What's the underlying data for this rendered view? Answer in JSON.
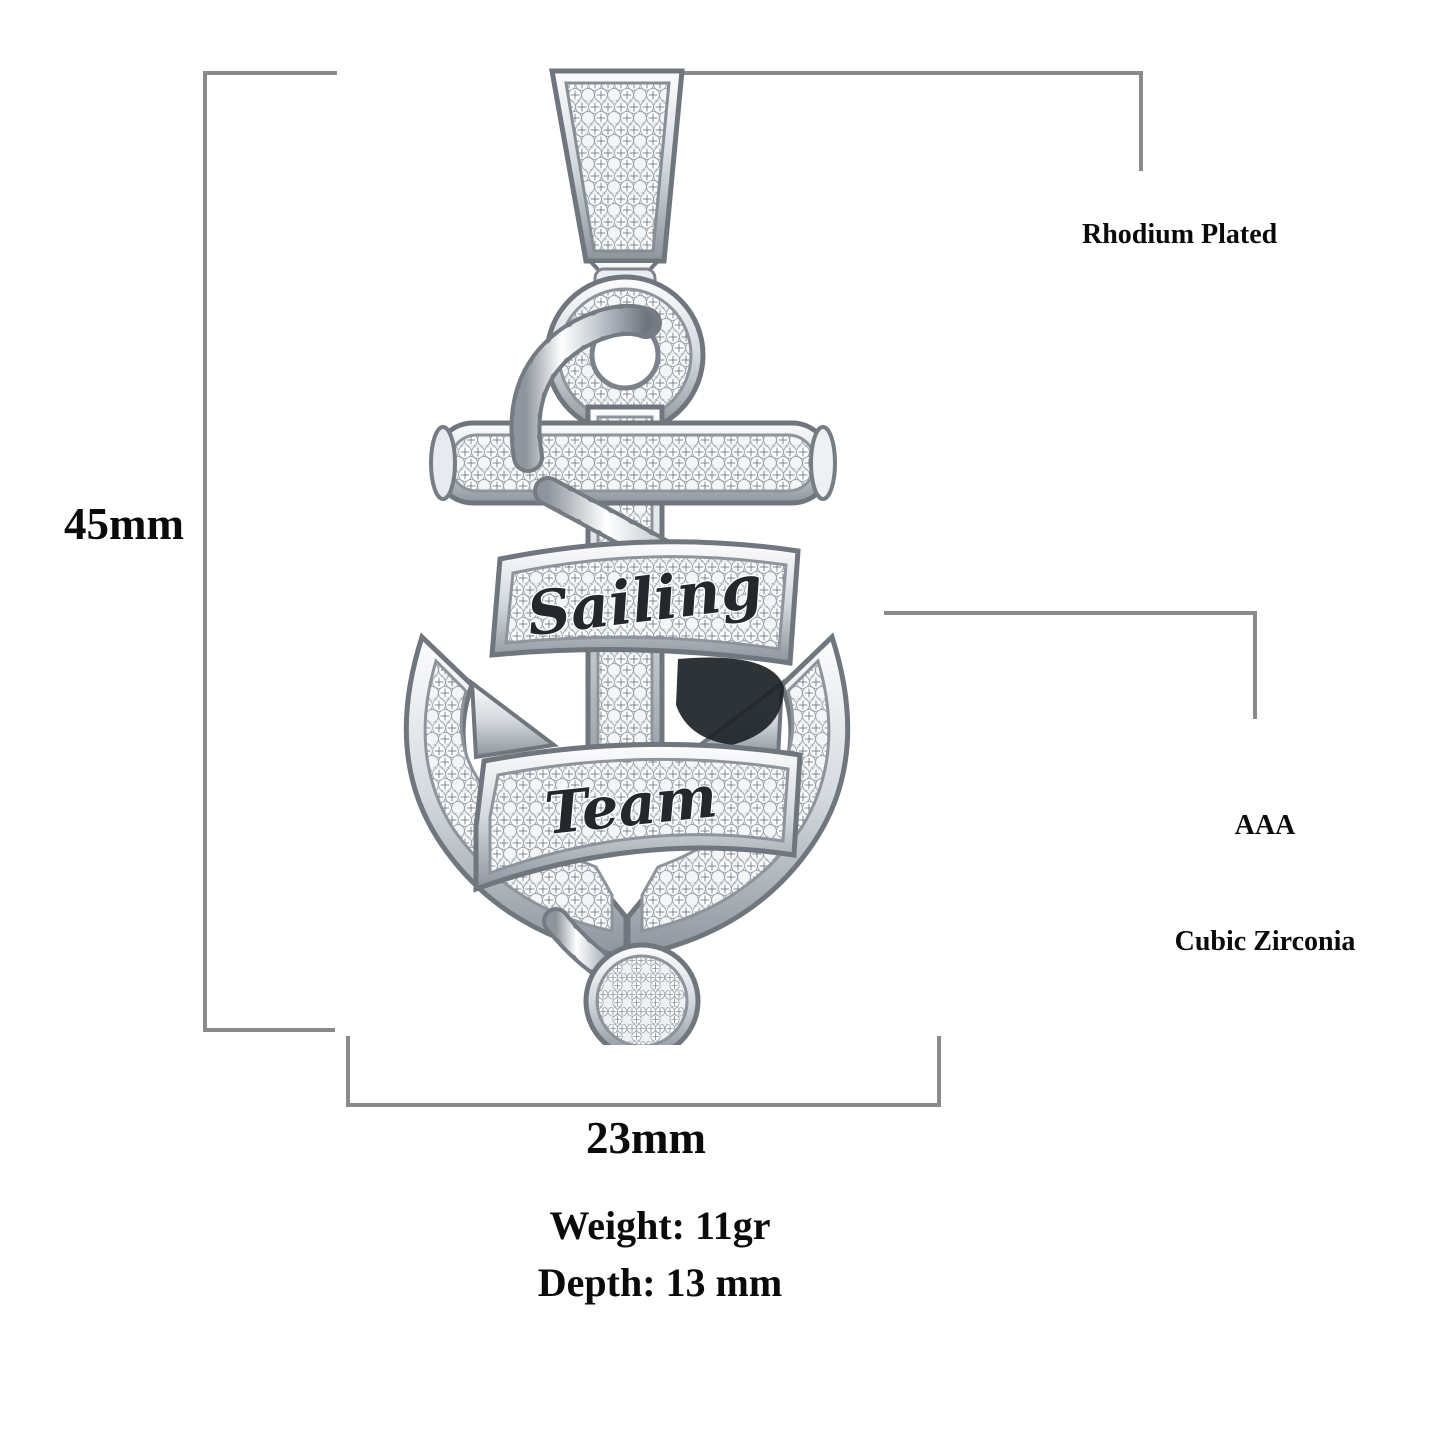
{
  "product": {
    "type": "pendant",
    "shape": "anchor",
    "material_note": "pave set cubic zirconia anchor pendant with rope and twin script banners",
    "banners": [
      {
        "text": "Sailing",
        "position": "upper"
      },
      {
        "text": "Team",
        "position": "lower"
      }
    ]
  },
  "dimensions": {
    "height_label": "45mm",
    "width_label": "23mm"
  },
  "callouts": [
    {
      "id": "finish",
      "text": "Rhodium Plated"
    },
    {
      "id": "stone-grade",
      "line1": "AAA",
      "line2": "Cubic Zirconia"
    }
  ],
  "specs": {
    "weight": "Weight: 11gr",
    "depth": "Depth: 13 mm"
  },
  "colors": {
    "leader_line": "#8a8a8a",
    "text": "#0b0b0b",
    "background": "#ffffff",
    "metal_light": "#ffffff",
    "metal_mid": "#cfd4da",
    "metal_dark": "#6d747c",
    "stone_fill": "#f4f6f8",
    "shadow": "#1c2024"
  }
}
